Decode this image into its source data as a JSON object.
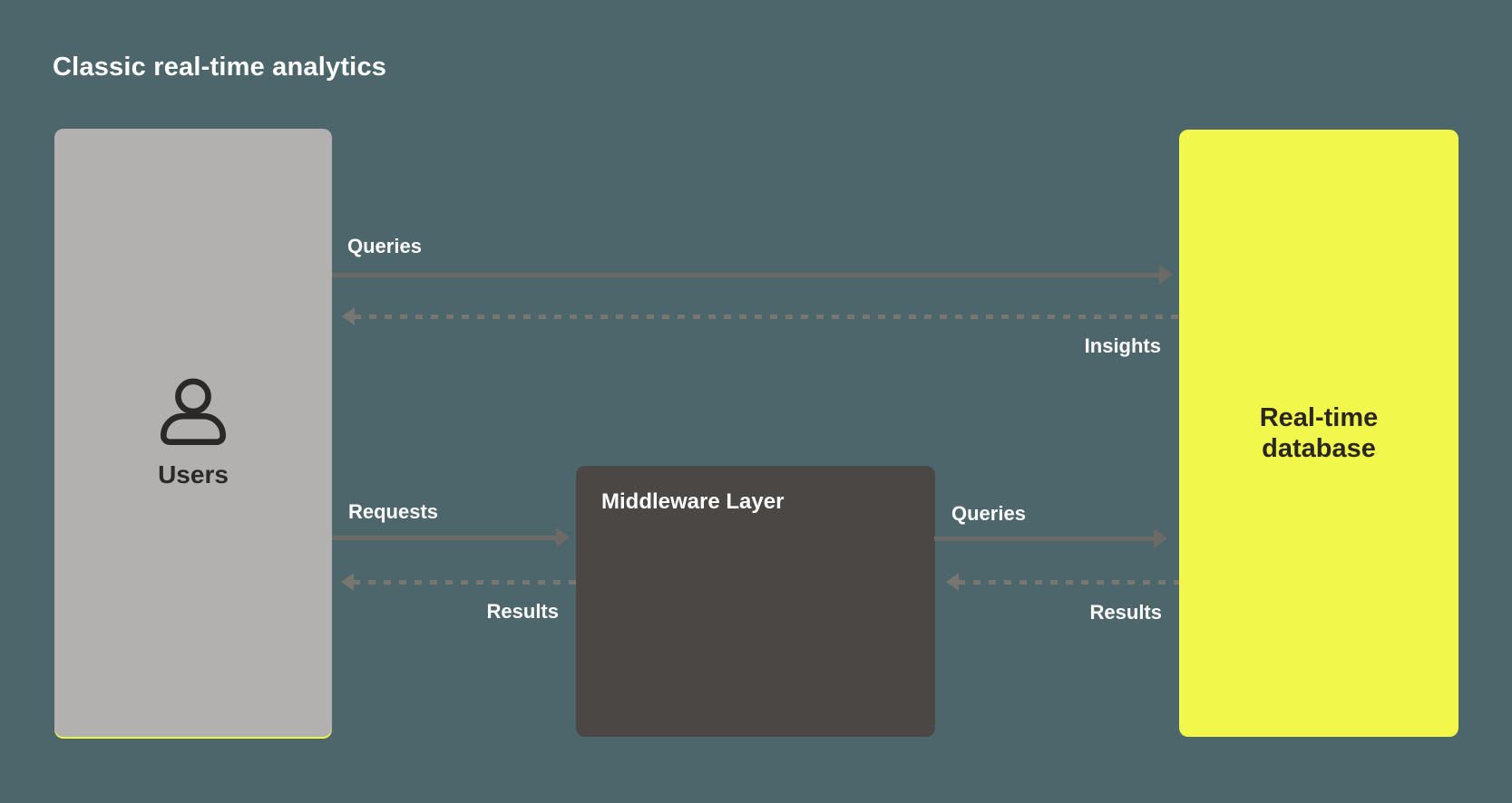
{
  "title": "Classic real-time analytics",
  "colors": {
    "background": "#4c666c",
    "users_box": "#b2b1b0",
    "users_box_accent_underline": "#edf545",
    "middleware_box": "#4a4745",
    "database_box": "#f2f74b",
    "solid_arrow": "#6c6a67",
    "dashed_arrow": "#787670",
    "dark_text": "#2b2927",
    "light_text": "#ffffff"
  },
  "nodes": {
    "users": {
      "label": "Users",
      "icon": "person-icon"
    },
    "middleware": {
      "label": "Middleware Layer"
    },
    "database": {
      "label": "Real-time database"
    }
  },
  "edges": [
    {
      "label": "Queries",
      "from": "Users",
      "to": "Real-time database",
      "style": "solid"
    },
    {
      "label": "Insights",
      "from": "Real-time database",
      "to": "Users",
      "style": "dashed"
    },
    {
      "label": "Requests",
      "from": "Users",
      "to": "Middleware Layer",
      "style": "solid"
    },
    {
      "label": "Results",
      "from": "Middleware Layer",
      "to": "Users",
      "style": "dashed"
    },
    {
      "label": "Queries",
      "from": "Middleware Layer",
      "to": "Real-time database",
      "style": "solid"
    },
    {
      "label": "Results",
      "from": "Real-time database",
      "to": "Middleware Layer",
      "style": "dashed"
    }
  ]
}
